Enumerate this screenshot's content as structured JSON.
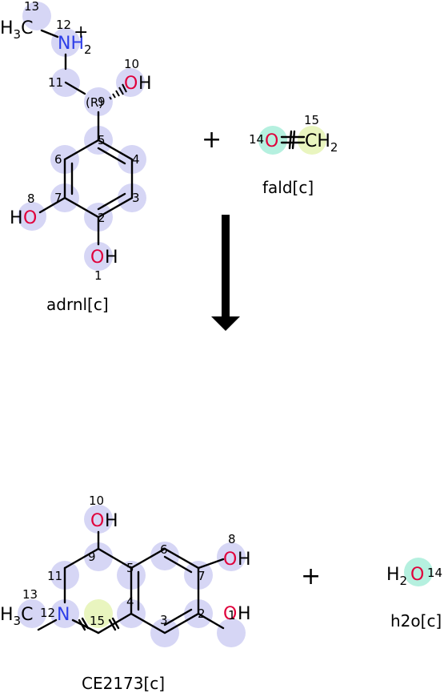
{
  "colors": {
    "map": "#d6d6f5",
    "map_carbonyl_o": "#b5f0df",
    "map_methylene": "#e9f5bf",
    "oxygen": "#e0003b",
    "nitrogen": "#2e3ee8",
    "carbon": "#000000"
  },
  "reactants": {
    "adrenaline": {
      "label": "adrnl[c]",
      "methyl": {
        "main": "H",
        "sub": "3",
        "tail": "C"
      },
      "amine": {
        "main": "NH",
        "sub": "2",
        "charge": "+"
      },
      "hydroxyl_side": {
        "o": "O",
        "h": "H"
      },
      "hydroxyl_ring_left": {
        "h": "H",
        "o": "O"
      },
      "hydroxyl_ring_bottom": {
        "o": "O",
        "h": "H"
      },
      "stereo": "(R)",
      "numbers": [
        "1",
        "2",
        "3",
        "4",
        "5",
        "6",
        "7",
        "8",
        "9",
        "10",
        "11",
        "12",
        "13"
      ]
    },
    "formaldehyde": {
      "label": "fald[c]",
      "o": "O",
      "ch": "CH",
      "ch_sub": "2",
      "numbers": [
        "14",
        "15"
      ]
    }
  },
  "operators": {
    "plus": "+"
  },
  "products": {
    "product": {
      "label": "CE2173[c]",
      "hydroxyl_top": {
        "o": "O",
        "h": "H"
      },
      "hydroxyl_right_top": {
        "o": "O",
        "h": "H"
      },
      "hydroxyl_right_bottom": {
        "o": "O",
        "h": "H"
      },
      "nitrogen": "N",
      "methyl": {
        "main": "H",
        "sub": "3",
        "tail": "C"
      },
      "numbers": [
        "1",
        "2",
        "3",
        "4",
        "5",
        "6",
        "7",
        "8",
        "9",
        "10",
        "11",
        "12",
        "13",
        "15"
      ]
    },
    "water": {
      "label": "h2o[c]",
      "h": "H",
      "h_sub": "2",
      "o": "O",
      "number": "14"
    }
  }
}
